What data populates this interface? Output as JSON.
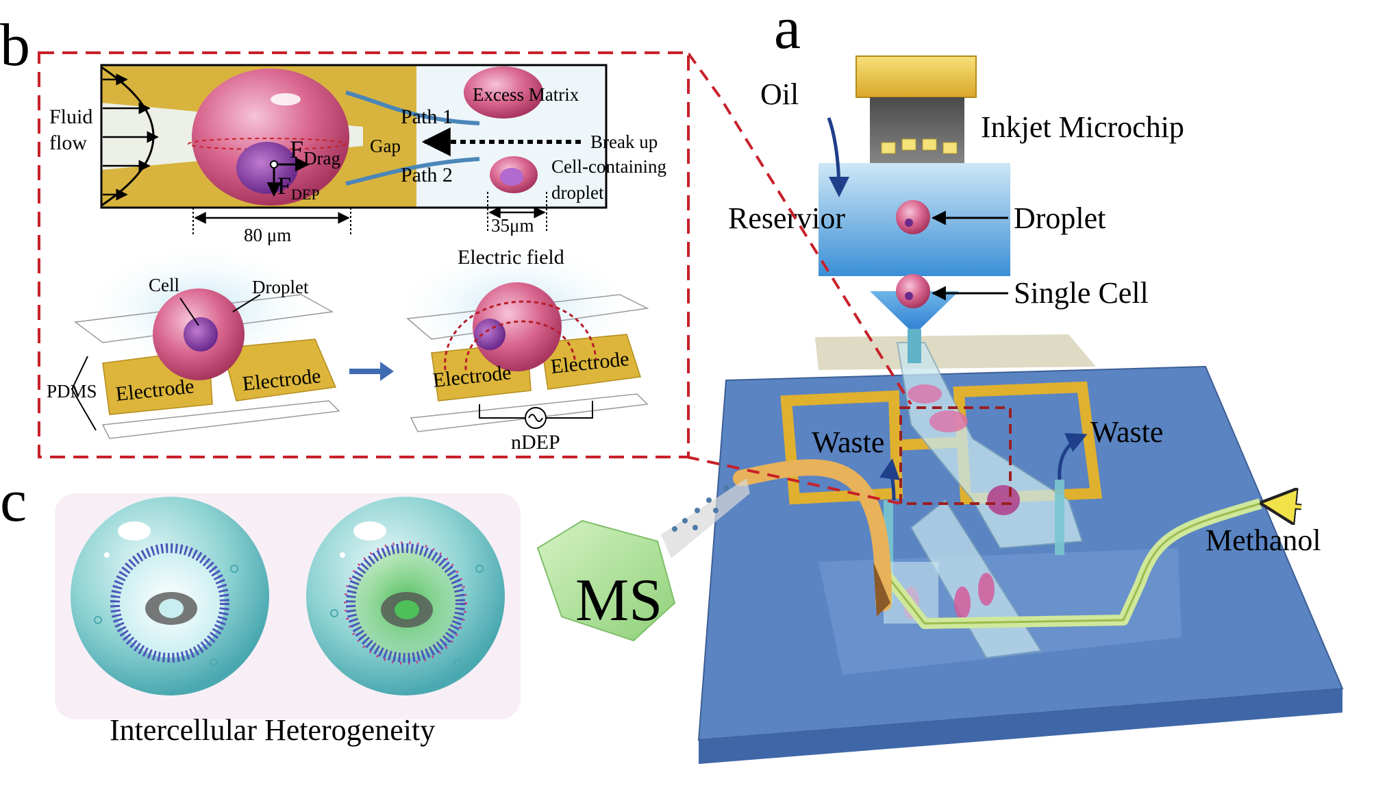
{
  "panels": {
    "a": "a",
    "b": "b",
    "c": "c"
  },
  "panel_a": {
    "oil": "Oil",
    "inkjet": "Inkjet Microchip",
    "reservoir": "Reservior",
    "droplet": "Droplet",
    "single_cell": "Single Cell",
    "waste_left": "Waste",
    "waste_right": "Waste",
    "methanol": "Methanol",
    "ms": "MS"
  },
  "panel_b": {
    "fluid": "Fluid",
    "flow": "flow",
    "excess_matrix": "Excess Matrix",
    "path1": "Path 1",
    "path2": "Path 2",
    "gap": "Gap",
    "break_up": "Break up",
    "cell_containing": "Cell-containing",
    "droplet_word": "droplet",
    "f_drag_main": "F",
    "f_drag_sub": "Drag",
    "f_dep_main": "F",
    "f_dep_sub": "DEP",
    "dim_80": "80 μm",
    "dim_35": "35μm",
    "electric_field": "Electric field",
    "cell": "Cell",
    "droplet": "Droplet",
    "pdms": "PDMS",
    "electrode_1": "Electrode",
    "electrode_2": "Electrode",
    "electrode_3": "Electrode",
    "electrode_4": "Electrode",
    "ndep": "nDEP"
  },
  "panel_c": {
    "caption": "Intercellular Heterogeneity"
  },
  "colors": {
    "gold": "#d9b53a",
    "pink": "#d0528a",
    "blue_chip": "#5d86c4",
    "dash_red": "#c8202a",
    "teal": "#7fc9c9",
    "green": "#9bd68a"
  }
}
